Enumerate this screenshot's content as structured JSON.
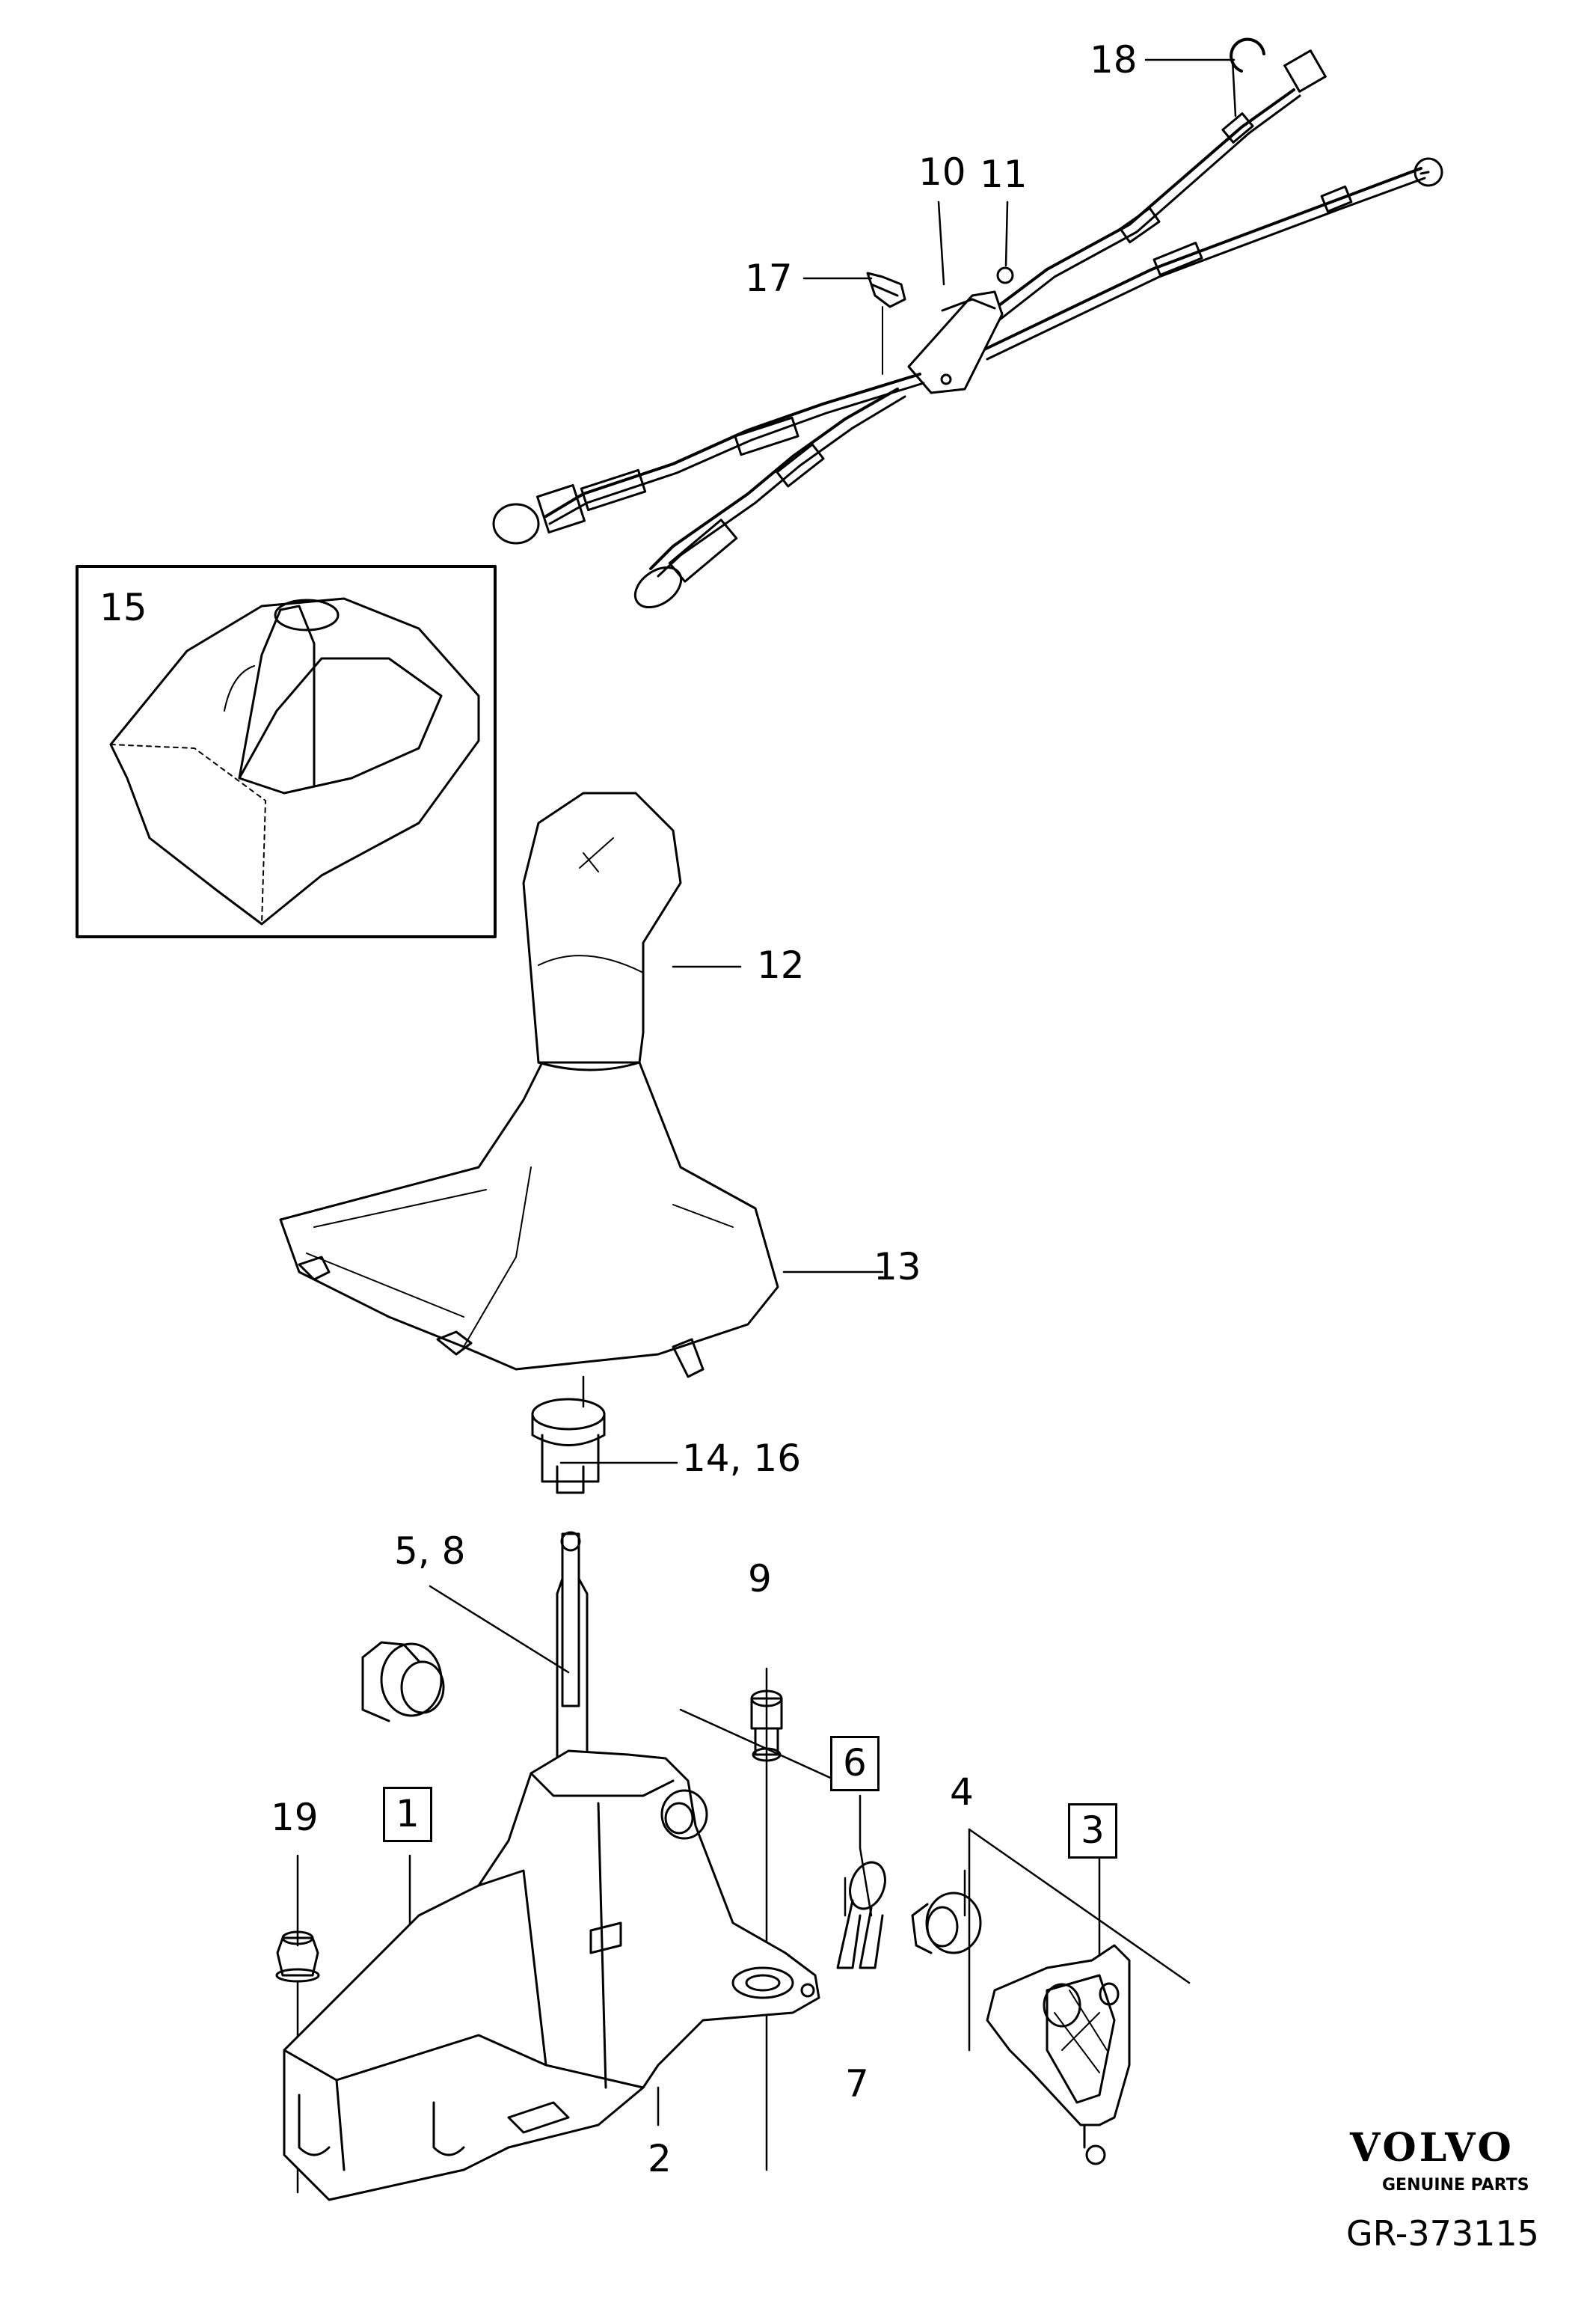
{
  "callouts": {
    "c1": "1",
    "c2": "2",
    "c3": "3",
    "c4": "4",
    "c5_8": "5, 8",
    "c6": "6",
    "c7": "7",
    "c9": "9",
    "c10": "10",
    "c11": "11",
    "c12": "12",
    "c13": "13",
    "c14_16": "14, 16",
    "c15": "15",
    "c17": "17",
    "c18": "18",
    "c19": "19"
  },
  "footer": {
    "brand": "VOLVO",
    "tagline": "GENUINE PARTS",
    "diagram_code": "GR-373115"
  }
}
